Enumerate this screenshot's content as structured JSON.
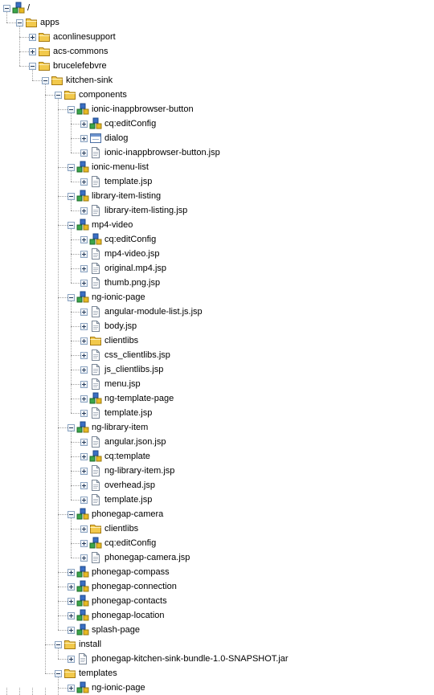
{
  "tree": {
    "nodes": [
      {
        "label": "/",
        "depth": 0,
        "type": "node",
        "expanded": true
      },
      {
        "label": "apps",
        "depth": 1,
        "type": "folder",
        "expanded": true
      },
      {
        "label": "aconlinesupport",
        "depth": 2,
        "type": "folder",
        "expanded": false
      },
      {
        "label": "acs-commons",
        "depth": 2,
        "type": "folder",
        "expanded": false
      },
      {
        "label": "brucelefebvre",
        "depth": 2,
        "type": "folder",
        "expanded": true
      },
      {
        "label": "kitchen-sink",
        "depth": 3,
        "type": "folder",
        "expanded": true
      },
      {
        "label": "components",
        "depth": 4,
        "type": "folder",
        "expanded": true
      },
      {
        "label": "ionic-inappbrowser-button",
        "depth": 5,
        "type": "node",
        "expanded": true
      },
      {
        "label": "cq:editConfig",
        "depth": 6,
        "type": "node",
        "expanded": false
      },
      {
        "label": "dialog",
        "depth": 6,
        "type": "dialog",
        "expanded": false
      },
      {
        "label": "ionic-inappbrowser-button.jsp",
        "depth": 6,
        "type": "file",
        "expanded": false
      },
      {
        "label": "ionic-menu-list",
        "depth": 5,
        "type": "node",
        "expanded": true
      },
      {
        "label": "template.jsp",
        "depth": 6,
        "type": "file",
        "expanded": false
      },
      {
        "label": "library-item-listing",
        "depth": 5,
        "type": "node",
        "expanded": true
      },
      {
        "label": "library-item-listing.jsp",
        "depth": 6,
        "type": "file",
        "expanded": false
      },
      {
        "label": "mp4-video",
        "depth": 5,
        "type": "node",
        "expanded": true
      },
      {
        "label": "cq:editConfig",
        "depth": 6,
        "type": "node",
        "expanded": false
      },
      {
        "label": "mp4-video.jsp",
        "depth": 6,
        "type": "file",
        "expanded": false
      },
      {
        "label": "original.mp4.jsp",
        "depth": 6,
        "type": "file",
        "expanded": false
      },
      {
        "label": "thumb.png.jsp",
        "depth": 6,
        "type": "file",
        "expanded": false
      },
      {
        "label": "ng-ionic-page",
        "depth": 5,
        "type": "node",
        "expanded": true
      },
      {
        "label": "angular-module-list.js.jsp",
        "depth": 6,
        "type": "file",
        "expanded": false
      },
      {
        "label": "body.jsp",
        "depth": 6,
        "type": "file",
        "expanded": false
      },
      {
        "label": "clientlibs",
        "depth": 6,
        "type": "folder",
        "expanded": false
      },
      {
        "label": "css_clientlibs.jsp",
        "depth": 6,
        "type": "file",
        "expanded": false
      },
      {
        "label": "js_clientlibs.jsp",
        "depth": 6,
        "type": "file",
        "expanded": false
      },
      {
        "label": "menu.jsp",
        "depth": 6,
        "type": "file",
        "expanded": false
      },
      {
        "label": "ng-template-page",
        "depth": 6,
        "type": "node",
        "expanded": false
      },
      {
        "label": "template.jsp",
        "depth": 6,
        "type": "file",
        "expanded": false
      },
      {
        "label": "ng-library-item",
        "depth": 5,
        "type": "node",
        "expanded": true
      },
      {
        "label": "angular.json.jsp",
        "depth": 6,
        "type": "file",
        "expanded": false
      },
      {
        "label": "cq:template",
        "depth": 6,
        "type": "node",
        "expanded": false
      },
      {
        "label": "ng-library-item.jsp",
        "depth": 6,
        "type": "file",
        "expanded": false
      },
      {
        "label": "overhead.jsp",
        "depth": 6,
        "type": "file",
        "expanded": false
      },
      {
        "label": "template.jsp",
        "depth": 6,
        "type": "file",
        "expanded": false
      },
      {
        "label": "phonegap-camera",
        "depth": 5,
        "type": "node",
        "expanded": true
      },
      {
        "label": "clientlibs",
        "depth": 6,
        "type": "folder",
        "expanded": false
      },
      {
        "label": "cq:editConfig",
        "depth": 6,
        "type": "node",
        "expanded": false
      },
      {
        "label": "phonegap-camera.jsp",
        "depth": 6,
        "type": "file",
        "expanded": false
      },
      {
        "label": "phonegap-compass",
        "depth": 5,
        "type": "node",
        "expanded": false
      },
      {
        "label": "phonegap-connection",
        "depth": 5,
        "type": "node",
        "expanded": false
      },
      {
        "label": "phonegap-contacts",
        "depth": 5,
        "type": "node",
        "expanded": false
      },
      {
        "label": "phonegap-location",
        "depth": 5,
        "type": "node",
        "expanded": false
      },
      {
        "label": "splash-page",
        "depth": 5,
        "type": "node",
        "expanded": false
      },
      {
        "label": "install",
        "depth": 4,
        "type": "folder",
        "expanded": true
      },
      {
        "label": "phonegap-kitchen-sink-bundle-1.0-SNAPSHOT.jar",
        "depth": 5,
        "type": "file",
        "expanded": false
      },
      {
        "label": "templates",
        "depth": 4,
        "type": "folder",
        "expanded": true
      },
      {
        "label": "ng-ionic-page",
        "depth": 5,
        "type": "node",
        "expanded": false
      }
    ]
  },
  "colors": {
    "connector": "#a0a0a0",
    "toggle_border": "#8aa3c1",
    "folder": "#f2c94c",
    "node_blue": "#3a6fc4",
    "node_green": "#3aa64a",
    "node_yellow": "#e8b923"
  }
}
